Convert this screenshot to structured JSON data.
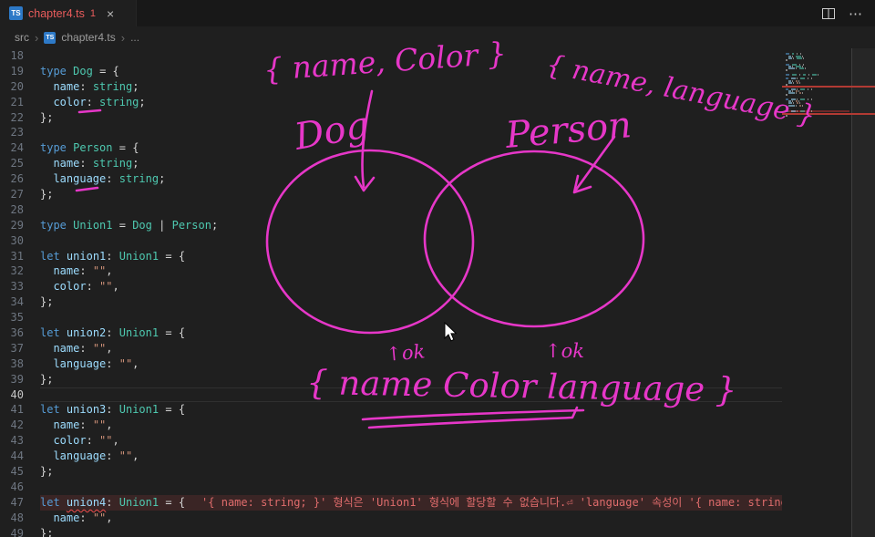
{
  "tab": {
    "filename": "chapter4.ts",
    "badge": "1"
  },
  "icons": {
    "typescript": "TS",
    "close": "×",
    "more": "⋯",
    "chevron": "›"
  },
  "breadcrumbs": {
    "items": [
      "src",
      "chapter4.ts",
      "..."
    ]
  },
  "editor": {
    "current_line": 40,
    "error_line": 47,
    "error_message": "'{ name: string; }' 형식은 'Union1' 형식에 할당할 수 없습니다.⏎ 'language' 속성이 '{ name: string; }'",
    "lines": [
      {
        "num": 18,
        "tokens": []
      },
      {
        "num": 19,
        "tokens": [
          [
            "kw",
            "type"
          ],
          [
            "pl",
            " "
          ],
          [
            "ty",
            "Dog"
          ],
          [
            "pl",
            " "
          ],
          [
            "op",
            "="
          ],
          [
            "pl",
            " "
          ],
          [
            "pu",
            "{"
          ]
        ]
      },
      {
        "num": 20,
        "tokens": [
          [
            "pl",
            "  "
          ],
          [
            "pr",
            "name"
          ],
          [
            "pu",
            ":"
          ],
          [
            "pl",
            " "
          ],
          [
            "ty",
            "string"
          ],
          [
            "pu",
            ";"
          ]
        ]
      },
      {
        "num": 21,
        "tokens": [
          [
            "pl",
            "  "
          ],
          [
            "pr",
            "color"
          ],
          [
            "pu",
            ":"
          ],
          [
            "pl",
            " "
          ],
          [
            "ty",
            "string"
          ],
          [
            "pu",
            ";"
          ]
        ]
      },
      {
        "num": 22,
        "tokens": [
          [
            "pu",
            "};"
          ]
        ]
      },
      {
        "num": 23,
        "tokens": []
      },
      {
        "num": 24,
        "tokens": [
          [
            "kw",
            "type"
          ],
          [
            "pl",
            " "
          ],
          [
            "ty",
            "Person"
          ],
          [
            "pl",
            " "
          ],
          [
            "op",
            "="
          ],
          [
            "pl",
            " "
          ],
          [
            "pu",
            "{"
          ]
        ]
      },
      {
        "num": 25,
        "tokens": [
          [
            "pl",
            "  "
          ],
          [
            "pr",
            "name"
          ],
          [
            "pu",
            ":"
          ],
          [
            "pl",
            " "
          ],
          [
            "ty",
            "string"
          ],
          [
            "pu",
            ";"
          ]
        ]
      },
      {
        "num": 26,
        "tokens": [
          [
            "pl",
            "  "
          ],
          [
            "pr",
            "language"
          ],
          [
            "pu",
            ":"
          ],
          [
            "pl",
            " "
          ],
          [
            "ty",
            "string"
          ],
          [
            "pu",
            ";"
          ]
        ]
      },
      {
        "num": 27,
        "tokens": [
          [
            "pu",
            "};"
          ]
        ]
      },
      {
        "num": 28,
        "tokens": []
      },
      {
        "num": 29,
        "tokens": [
          [
            "kw",
            "type"
          ],
          [
            "pl",
            " "
          ],
          [
            "ty",
            "Union1"
          ],
          [
            "pl",
            " "
          ],
          [
            "op",
            "="
          ],
          [
            "pl",
            " "
          ],
          [
            "ty",
            "Dog"
          ],
          [
            "pl",
            " "
          ],
          [
            "op",
            "|"
          ],
          [
            "pl",
            " "
          ],
          [
            "ty",
            "Person"
          ],
          [
            "pu",
            ";"
          ]
        ]
      },
      {
        "num": 30,
        "tokens": []
      },
      {
        "num": 31,
        "tokens": [
          [
            "kw",
            "let"
          ],
          [
            "pl",
            " "
          ],
          [
            "vr",
            "union1"
          ],
          [
            "pu",
            ":"
          ],
          [
            "pl",
            " "
          ],
          [
            "ty",
            "Union1"
          ],
          [
            "pl",
            " "
          ],
          [
            "op",
            "="
          ],
          [
            "pl",
            " "
          ],
          [
            "pu",
            "{"
          ]
        ]
      },
      {
        "num": 32,
        "tokens": [
          [
            "pl",
            "  "
          ],
          [
            "pr",
            "name"
          ],
          [
            "pu",
            ":"
          ],
          [
            "pl",
            " "
          ],
          [
            "st",
            "\"\""
          ],
          [
            "pu",
            ","
          ]
        ]
      },
      {
        "num": 33,
        "tokens": [
          [
            "pl",
            "  "
          ],
          [
            "pr",
            "color"
          ],
          [
            "pu",
            ":"
          ],
          [
            "pl",
            " "
          ],
          [
            "st",
            "\"\""
          ],
          [
            "pu",
            ","
          ]
        ]
      },
      {
        "num": 34,
        "tokens": [
          [
            "pu",
            "};"
          ]
        ]
      },
      {
        "num": 35,
        "tokens": []
      },
      {
        "num": 36,
        "tokens": [
          [
            "kw",
            "let"
          ],
          [
            "pl",
            " "
          ],
          [
            "vr",
            "union2"
          ],
          [
            "pu",
            ":"
          ],
          [
            "pl",
            " "
          ],
          [
            "ty",
            "Union1"
          ],
          [
            "pl",
            " "
          ],
          [
            "op",
            "="
          ],
          [
            "pl",
            " "
          ],
          [
            "pu",
            "{"
          ]
        ]
      },
      {
        "num": 37,
        "tokens": [
          [
            "pl",
            "  "
          ],
          [
            "pr",
            "name"
          ],
          [
            "pu",
            ":"
          ],
          [
            "pl",
            " "
          ],
          [
            "st",
            "\"\""
          ],
          [
            "pu",
            ","
          ]
        ]
      },
      {
        "num": 38,
        "tokens": [
          [
            "pl",
            "  "
          ],
          [
            "pr",
            "language"
          ],
          [
            "pu",
            ":"
          ],
          [
            "pl",
            " "
          ],
          [
            "st",
            "\"\""
          ],
          [
            "pu",
            ","
          ]
        ]
      },
      {
        "num": 39,
        "tokens": [
          [
            "pu",
            "};"
          ]
        ]
      },
      {
        "num": 40,
        "tokens": []
      },
      {
        "num": 41,
        "tokens": [
          [
            "kw",
            "let"
          ],
          [
            "pl",
            " "
          ],
          [
            "vr",
            "union3"
          ],
          [
            "pu",
            ":"
          ],
          [
            "pl",
            " "
          ],
          [
            "ty",
            "Union1"
          ],
          [
            "pl",
            " "
          ],
          [
            "op",
            "="
          ],
          [
            "pl",
            " "
          ],
          [
            "pu",
            "{"
          ]
        ]
      },
      {
        "num": 42,
        "tokens": [
          [
            "pl",
            "  "
          ],
          [
            "pr",
            "name"
          ],
          [
            "pu",
            ":"
          ],
          [
            "pl",
            " "
          ],
          [
            "st",
            "\"\""
          ],
          [
            "pu",
            ","
          ]
        ]
      },
      {
        "num": 43,
        "tokens": [
          [
            "pl",
            "  "
          ],
          [
            "pr",
            "color"
          ],
          [
            "pu",
            ":"
          ],
          [
            "pl",
            " "
          ],
          [
            "st",
            "\"\""
          ],
          [
            "pu",
            ","
          ]
        ]
      },
      {
        "num": 44,
        "tokens": [
          [
            "pl",
            "  "
          ],
          [
            "pr",
            "language"
          ],
          [
            "pu",
            ":"
          ],
          [
            "pl",
            " "
          ],
          [
            "st",
            "\"\""
          ],
          [
            "pu",
            ","
          ]
        ]
      },
      {
        "num": 45,
        "tokens": [
          [
            "pu",
            "};"
          ]
        ]
      },
      {
        "num": 46,
        "tokens": []
      },
      {
        "num": 47,
        "tokens": [
          [
            "kw",
            "let"
          ],
          [
            "pl",
            " "
          ],
          [
            "verr",
            "union4"
          ],
          [
            "pu",
            ":"
          ],
          [
            "pl",
            " "
          ],
          [
            "ty",
            "Union1"
          ],
          [
            "pl",
            " "
          ],
          [
            "op",
            "="
          ],
          [
            "pl",
            " "
          ],
          [
            "pu",
            "{"
          ]
        ]
      },
      {
        "num": 48,
        "tokens": [
          [
            "pl",
            "  "
          ],
          [
            "pr",
            "name"
          ],
          [
            "pu",
            ":"
          ],
          [
            "pl",
            " "
          ],
          [
            "st",
            "\"\""
          ],
          [
            "pu",
            ","
          ]
        ]
      },
      {
        "num": 49,
        "tokens": [
          [
            "pu",
            "};"
          ]
        ]
      }
    ]
  },
  "annotations": {
    "ink_color": "#e637c8",
    "top_left_set": "{ name, Color }",
    "top_right_set": "{ name, language }",
    "dog_label": "Dog",
    "person_label": "Person",
    "ok_left": "↑ok",
    "ok_right": "↑ok",
    "bottom_set": "{ name  Color  language }"
  }
}
